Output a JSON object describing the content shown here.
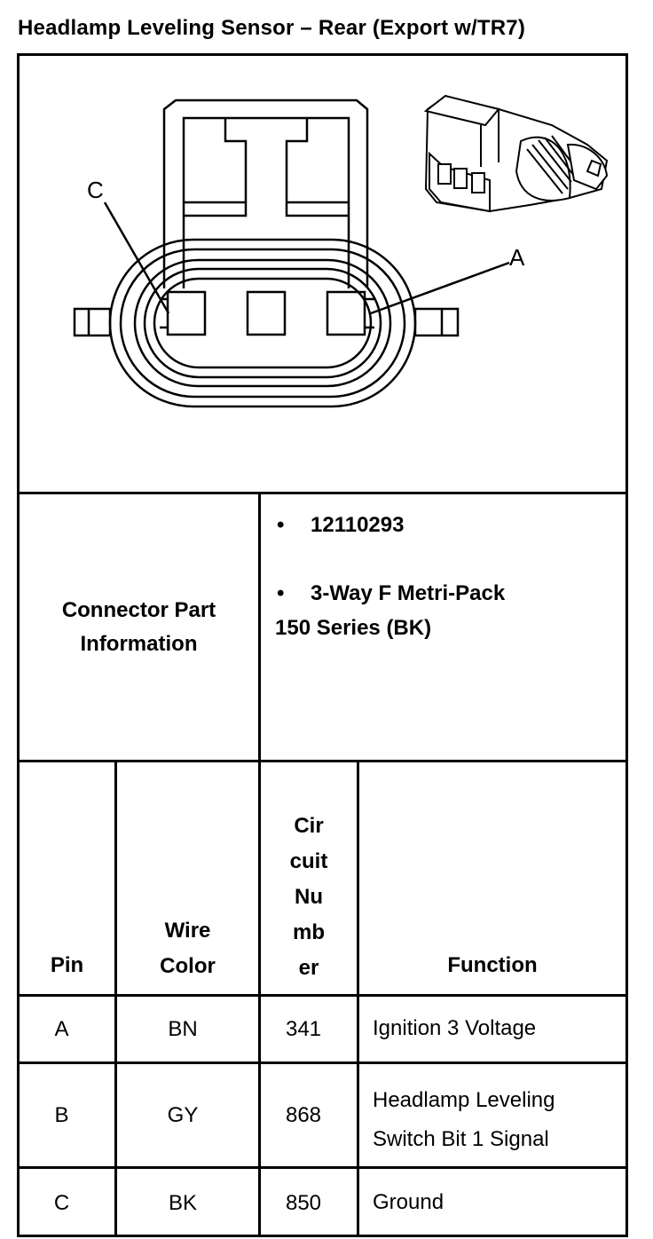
{
  "title": "Headlamp Leveling Sensor – Rear (Export w/TR7)",
  "diagram": {
    "label_c": "C",
    "label_a": "A"
  },
  "connector_info": {
    "label_line1": "Connector Part",
    "label_line2": "Information",
    "bullet_symbol": "•",
    "part_number": "12110293",
    "description_line1": "3-Way F Metri-Pack",
    "description_line2": "150 Series (BK)"
  },
  "table": {
    "headers": {
      "pin": "Pin",
      "wire_color_line1": "Wire",
      "wire_color_line2": "Color",
      "circuit_line1": "Cir",
      "circuit_line2": "cuit",
      "circuit_line3": "Nu",
      "circuit_line4": "mb",
      "circuit_line5": "er",
      "function": "Function"
    },
    "rows": [
      {
        "pin": "A",
        "wire": "BN",
        "circuit": "341",
        "function_line1": "Ignition 3 Voltage",
        "function_line2": ""
      },
      {
        "pin": "B",
        "wire": "GY",
        "circuit": "868",
        "function_line1": "Headlamp Leveling",
        "function_line2": "Switch Bit 1 Signal"
      },
      {
        "pin": "C",
        "wire": "BK",
        "circuit": "850",
        "function_line1": "Ground",
        "function_line2": ""
      }
    ]
  }
}
